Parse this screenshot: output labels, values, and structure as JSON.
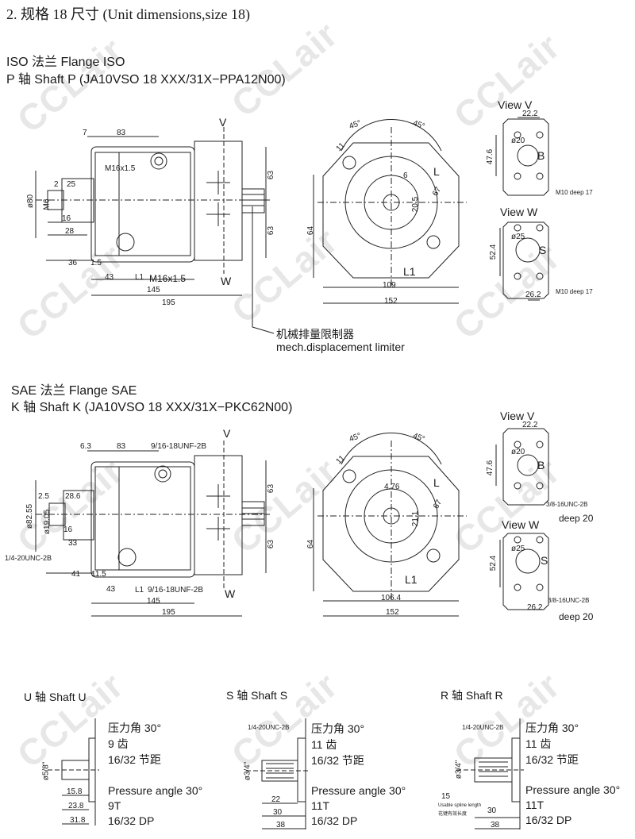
{
  "page": {
    "title": "2. 规格 18 尺寸 (Unit dimensions,size 18)"
  },
  "iso": {
    "line1": "ISO 法兰  Flange ISO",
    "line2": "P 轴  Shaft P  (JA10VSO 18 XXX/31X−PPA12N00)",
    "dims": {
      "d7": "7",
      "d83": "83",
      "d80": "ø80",
      "d25": "25",
      "d2": "2",
      "d16": "16",
      "d28": "28",
      "d36": "36",
      "d15": "1.5",
      "d43": "43",
      "d145": "145",
      "d195": "195",
      "d63a": "63",
      "d63b": "63",
      "d45a": "45°",
      "d45b": "45°",
      "d11": "11",
      "d6": "6",
      "d205": "20.5",
      "d67": "67",
      "d64": "64",
      "d109": "109",
      "d152": "152",
      "dm6": "M6",
      "d20": "ø20"
    },
    "labels": {
      "m16a": "M16x1.5",
      "m16b": "M16x1.5",
      "V": "V",
      "W": "W",
      "L1": "L1",
      "L1b": "L1",
      "L": "L"
    },
    "limiter_cn": "机械排量限制器",
    "limiter_en": "mech.displacement limiter",
    "viewV": {
      "title": "View V",
      "d222": "22.2",
      "d20": "ø20",
      "d476": "47.6",
      "B": "B",
      "note": "M10 deep 17"
    },
    "viewW": {
      "title": "View W",
      "d25": "ø25",
      "d524": "52.4",
      "S": "S",
      "d262": "26.2",
      "note": "M10 deep 17"
    }
  },
  "sae": {
    "line1": "SAE 法兰  Flange SAE",
    "line2": "K 轴  Shaft K  (JA10VSO 18 XXX/31X−PKC62N00)",
    "dims": {
      "d63": "6.3",
      "d83": "83",
      "unf1": "9/16-18UNF-2B",
      "d25": "2.5",
      "d286": "28.6",
      "d8255": "ø82.55",
      "d1905": "ø19.05",
      "d16": "16",
      "d33": "33",
      "unc": "1/4-20UNC-2B",
      "d41": "41",
      "d115": "11.5",
      "d43": "43",
      "unf2": "9/16-18UNF-2B",
      "d145": "145",
      "d195": "195",
      "d63a": "63",
      "d63b": "63",
      "d45a": "45°",
      "d45b": "45°",
      "d11": "11",
      "d476": "4.76",
      "d211": "21.1",
      "d67": "67",
      "d64": "64",
      "d1064": "106.4",
      "d152": "152"
    },
    "labels": {
      "V": "V",
      "W": "W",
      "L1": "L1",
      "L1b": "L1",
      "L": "L"
    },
    "viewV": {
      "title": "View V",
      "d222": "22.2",
      "d20": "ø20",
      "d476": "47.6",
      "B": "B",
      "note1": "3/8-16UNC-2B",
      "note2": "deep 20"
    },
    "viewW": {
      "title": "View W",
      "d25": "ø25",
      "d524": "52.4",
      "S": "S",
      "d262": "26.2",
      "note1": "3/8-16UNC-2B",
      "note2": "deep 20"
    }
  },
  "shafts": {
    "u": {
      "title": "U 轴   Shaft U",
      "cn1": "压力角 30°",
      "cn2": "9 齿",
      "cn3": "16/32 节距",
      "en1": "Pressure angle 30°",
      "en2": "9T",
      "en3": "16/32 DP",
      "dims": {
        "d58": "ø5/8\"",
        "d158": "15.8",
        "d238": "23.8",
        "d318": "31.8"
      }
    },
    "s": {
      "title": "S 轴   Shaft S",
      "cn1": "压力角 30°",
      "cn2": "11 齿",
      "cn3": "16/32 节距",
      "en1": "Pressure angle 30°",
      "en2": "11T",
      "en3": "16/32 DP",
      "dims": {
        "unc": "1/4-20UNC-2B",
        "d34": "ø3/4\"",
        "d22": "22",
        "d30": "30",
        "d38": "38"
      }
    },
    "r": {
      "title": "R 轴   Shaft R",
      "cn1": "压力角 30°",
      "cn2": "11 齿",
      "cn3": "16/32 节距",
      "en1": "Pressure angle 30°",
      "en2": "11T",
      "en3": "16/32 DP",
      "dims": {
        "unc": "1/4-20UNC-2B",
        "d34": "ø3/4\"",
        "d15": "15",
        "spline_en": "Usable spline length",
        "spline_cn": "花键有效长度",
        "d30": "30",
        "d38": "38"
      }
    }
  },
  "watermark": "CCLair"
}
